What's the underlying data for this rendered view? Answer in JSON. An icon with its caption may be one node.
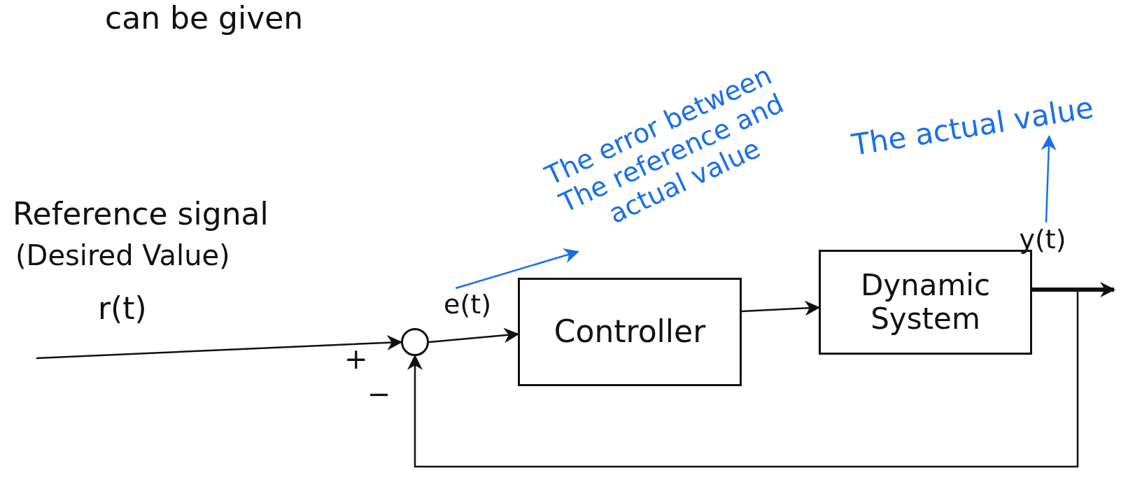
{
  "diagram": {
    "nodes": [
      {
        "text": [],
        "shape": "circle",
        "beside": [
          "+",
          "−"
        ]
      },
      {
        "text": [
          "Controller"
        ]
      },
      {
        "text": [
          "Dynamic System"
        ]
      },
      {
        "text": [
          "e(t)"
        ]
      },
      {
        "text": [
          "The error between The reference and actual value"
        ]
      },
      {
        "text": [
          "y(t)"
        ]
      },
      {
        "text": [
          "The actual value"
        ]
      }
    ],
    "edges": [
      {
        "from": null,
        "to": 0,
        "arrow": "to"
      },
      {
        "from": 0,
        "to": 1,
        "arrow": "to"
      },
      {
        "from": 1,
        "to": 2,
        "arrow": "to"
      },
      {
        "from": 2,
        "to": null,
        "arrow": "to",
        "style": "thick"
      },
      {
        "from": 2,
        "to": 0,
        "arrow": "to"
      },
      {
        "from": 3,
        "to": 4,
        "arrow": "to",
        "color": "#1a6fe8"
      },
      {
        "from": 5,
        "to": 6,
        "arrow": "to",
        "color": "#1a6fe8"
      }
    ],
    "labels": [
      "can be given",
      "Reference signal",
      "(Desired Value)",
      "r(t)"
    ]
  }
}
